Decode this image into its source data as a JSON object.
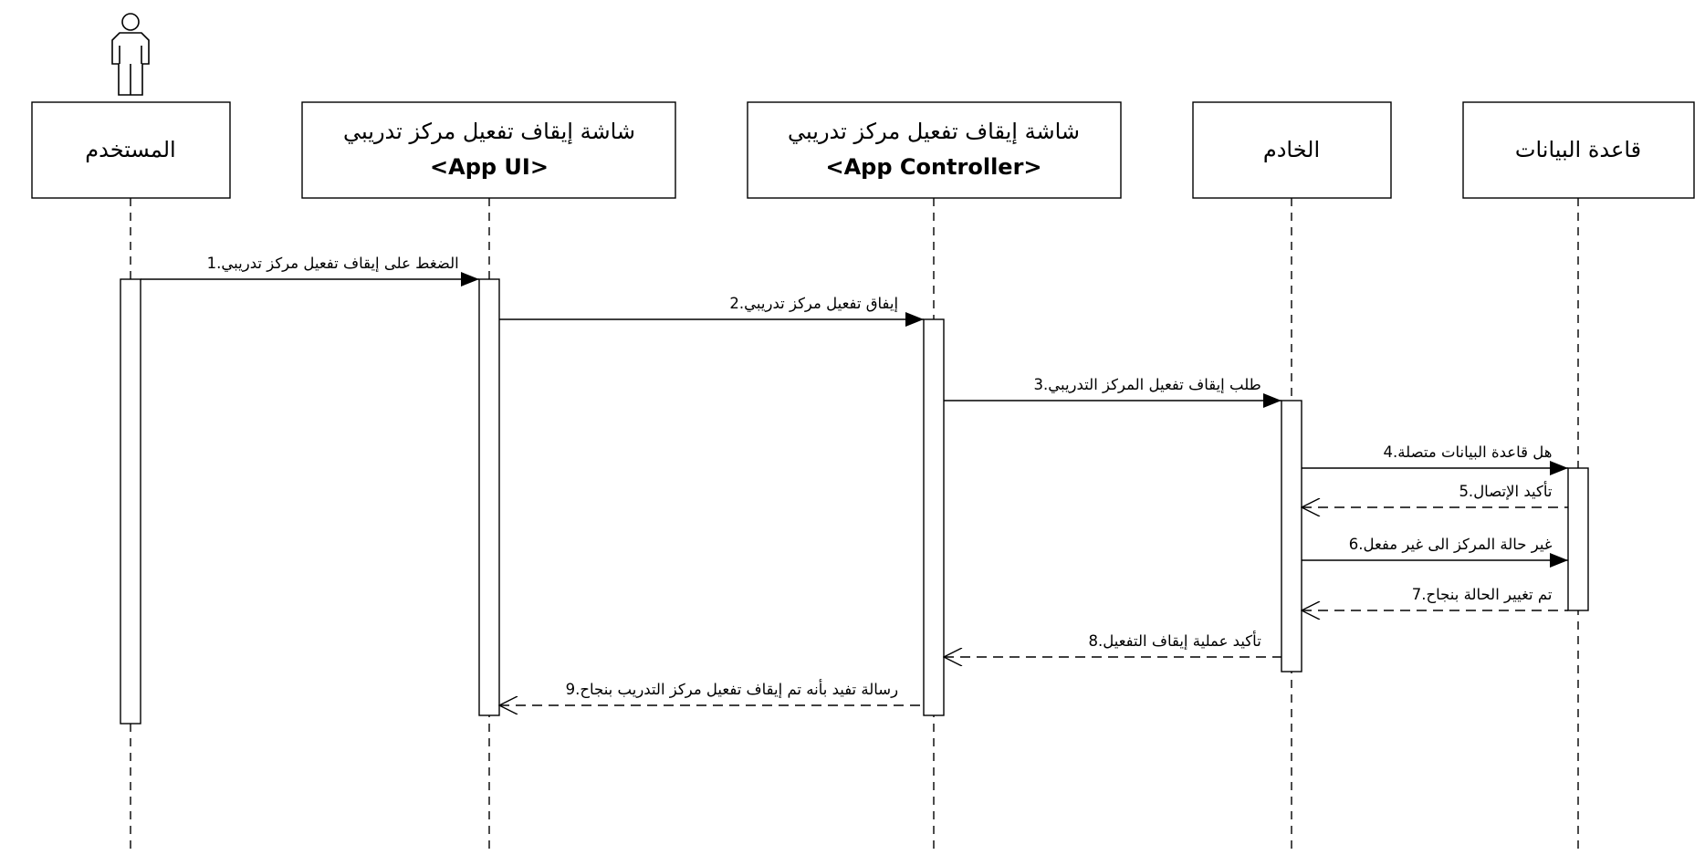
{
  "participants": [
    {
      "id": "user",
      "title": "المستخدم",
      "subtitle": ""
    },
    {
      "id": "app_ui",
      "title": "شاشة إيقاف تفعيل مركز تدريبي",
      "subtitle": "<App UI>"
    },
    {
      "id": "app_controller",
      "title": "شاشة إيقاف تفعيل مركز تدريبي",
      "subtitle": "<App Controller>"
    },
    {
      "id": "server",
      "title": "الخادم",
      "subtitle": ""
    },
    {
      "id": "database",
      "title": "قاعدة البيانات",
      "subtitle": ""
    }
  ],
  "actor_participant": "user",
  "messages": [
    {
      "num": "1",
      "text": ".الضغط على إيقاف تفعيل مركز تدريبي",
      "from": "user",
      "to": "app_ui",
      "kind": "sync"
    },
    {
      "num": "2",
      "text": ".إيفاق تفعيل مركز تدريبي",
      "from": "app_ui",
      "to": "app_controller",
      "kind": "sync"
    },
    {
      "num": "3",
      "text": ".طلب إيقاف تفعيل  المركز التدريبي",
      "from": "app_controller",
      "to": "server",
      "kind": "sync"
    },
    {
      "num": "4",
      "text": ".هل قاعدة البيانات متصلة",
      "from": "server",
      "to": "database",
      "kind": "sync"
    },
    {
      "num": "5",
      "text": ".تأكيد الإتصال",
      "from": "database",
      "to": "server",
      "kind": "return"
    },
    {
      "num": "6",
      "text": ".غير حالة المركز الى غير مفعل",
      "from": "server",
      "to": "database",
      "kind": "sync"
    },
    {
      "num": "7",
      "text": ".تم تغيير الحالة بنجاح",
      "from": "database",
      "to": "server",
      "kind": "return"
    },
    {
      "num": "8",
      "text": ".تأكيد عملية إيقاف التفعيل",
      "from": "server",
      "to": "app_controller",
      "kind": "return"
    },
    {
      "num": "9",
      "text": ".رسالة تفيد بأنه تم إيقاف تفعيل مركز التدريب بنجاح",
      "from": "app_controller",
      "to": "app_ui",
      "kind": "return"
    }
  ],
  "activations": [
    {
      "participant": "user",
      "from_step": 1,
      "to_step": "end"
    },
    {
      "participant": "app_ui",
      "from_step": 1,
      "to_step": 9
    },
    {
      "participant": "app_controller",
      "from_step": 2,
      "to_step": 9
    },
    {
      "participant": "server",
      "from_step": 3,
      "to_step": 8
    },
    {
      "participant": "database",
      "from_step": 4,
      "to_step": 7
    }
  ]
}
